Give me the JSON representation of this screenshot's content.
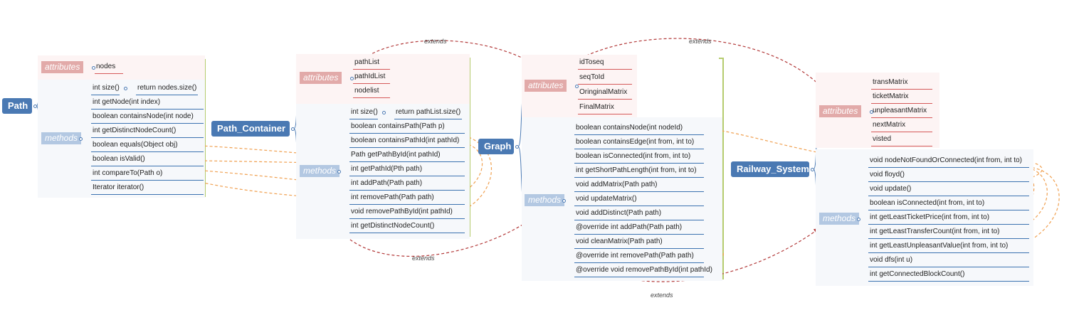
{
  "relation_label": "extends",
  "colors": {
    "class_fill": "#4a79b3",
    "attributes_tag": "#e2aaa9",
    "methods_tag": "#b3c8e2",
    "extends_arrow": "#b33a3a",
    "call_arrow": "#f0a050",
    "group_bracket": "#b5cc6e"
  },
  "classes": [
    {
      "name": "Path",
      "attributes_label": "attributes",
      "methods_label": "methods",
      "attributes": [
        "nodes"
      ],
      "methods": [
        "int size()",
        "int getNode(int index)",
        "boolean containsNode(int node)",
        "int getDistinctNodeCount()",
        "boolean equals(Object obj)",
        "boolean isValid()",
        "int compareTo(Path o)",
        "Iterator iterator()"
      ],
      "size_note": "return nodes.size()"
    },
    {
      "name": "Path_Container",
      "attributes_label": "attributes",
      "methods_label": "methods",
      "attributes": [
        "pathList",
        "pathIdList",
        "nodelist"
      ],
      "methods": [
        "int size()",
        "boolean containsPath(Path p)",
        "boolean containsPathId(int pathId)",
        "Path getPathById(int pathId)",
        "int getPathId(Pth path)",
        "int addPath(Path path)",
        "int removePath(Path path)",
        "void removePathById(int pathId)",
        "int getDistinctNodeCount()"
      ],
      "size_note": "return pathList.size()"
    },
    {
      "name": "Graph",
      "attributes_label": "attributes",
      "methods_label": "methods",
      "attributes": [
        "idToseq",
        "seqToId",
        "OringinalMatrix",
        "FinalMatrix"
      ],
      "methods": [
        "boolean containsNode(int nodeId)",
        "boolean containsEdge(int from, int to)",
        "boolean isConnected(int from, int to)",
        "int getShortPathLength(int from, int to)",
        "void addMatrix(Path path)",
        "void updateMatrix()",
        "void addDistinct(Path path)",
        "@override int addPath(Path path)",
        "void cleanMatrix(Path path)",
        "@override int removePath(Path path)",
        "@override void removePathById(int pathId)"
      ]
    },
    {
      "name": "Railway_System",
      "attributes_label": "attributes",
      "methods_label": "methods",
      "attributes": [
        "transMatrix",
        "ticketMatrix",
        "unpleasantMatrix",
        "nextMatrix",
        "visted"
      ],
      "methods": [
        "void nodeNotFoundOrConnected(int from, int to)",
        "void floyd()",
        "void update()",
        "boolean isConnected(int from, int to)",
        "int getLeastTicketPrice(int from, int to)",
        "int getLeastTransferCount(int from, int to)",
        "int getLeastUnpleasantValue(int from, int to)",
        "void dfs(int u)",
        "int getConnectedBlockCount()"
      ]
    }
  ]
}
